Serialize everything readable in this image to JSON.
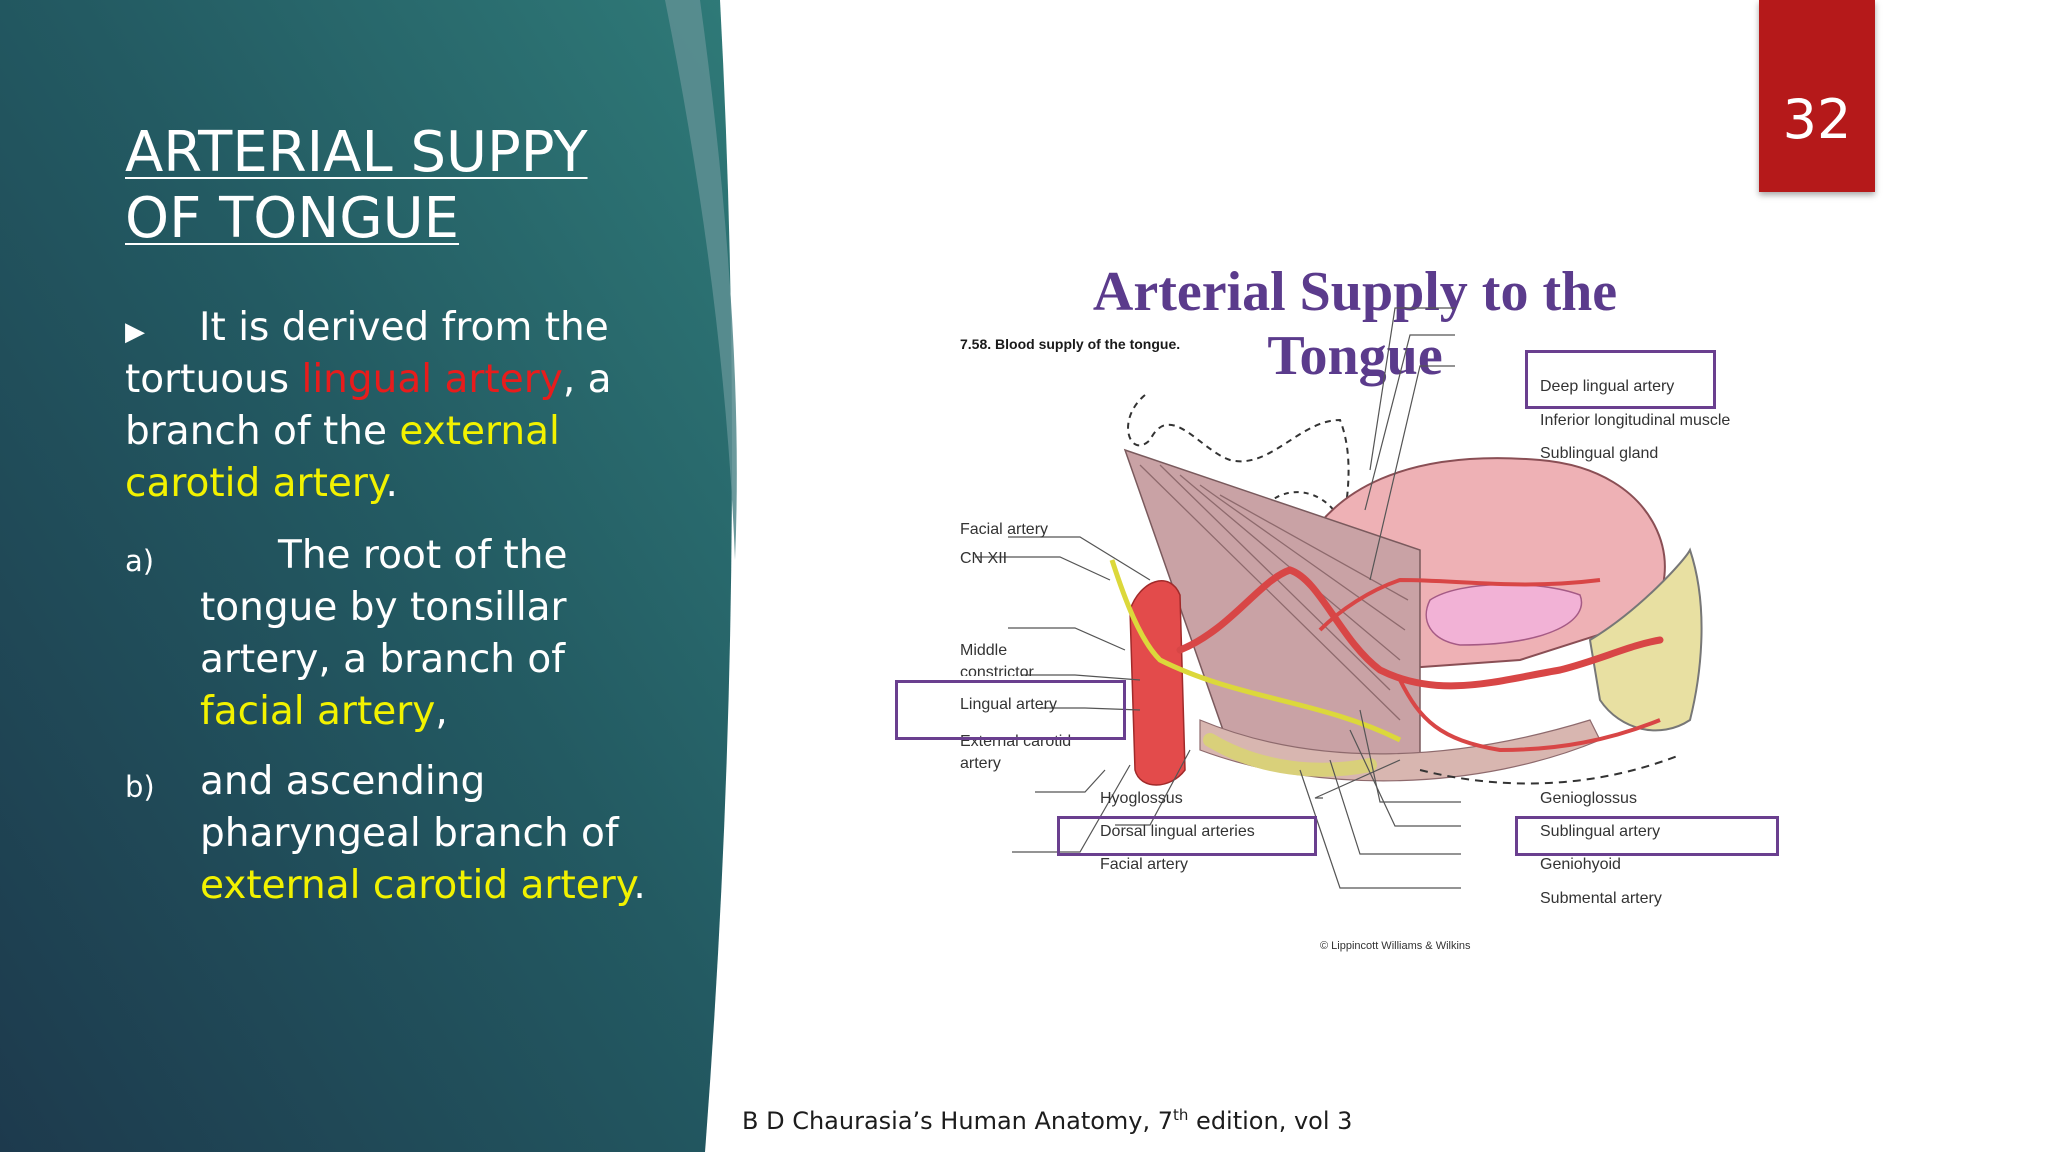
{
  "slide": {
    "title_line1": "ARTERIAL SUPPY",
    "title_line2": "OF TONGUE",
    "page_number": "32",
    "colors": {
      "panel": "#1e4a55",
      "accent_yellow": "#f2f200",
      "accent_red": "#e81c1c",
      "badge": "#b5191a"
    }
  },
  "bullet": {
    "marker": "▶",
    "t1": "It is derived from the",
    "t2": "tortuous ",
    "red": "lingual artery",
    "t3": ", a",
    "t4": "branch of the ",
    "y1": "external",
    "y2": "carotid artery",
    "t5": "."
  },
  "sub_a": {
    "marker": "a)",
    "t1": "The root of the",
    "t2": "tongue by tonsillar",
    "t3": "artery, a branch of",
    "y": "facial artery",
    "t4": ","
  },
  "sub_b": {
    "marker": "b)",
    "t1": "and ascending",
    "t2": "pharyngeal branch of",
    "y": "external carotid artery",
    "t3": "."
  },
  "citation": {
    "pre": "B D Chaurasia’s Human Anatomy, 7",
    "sup": "th",
    "post": " edition, vol 3"
  },
  "figure": {
    "title": "Arterial Supply to the Tongue",
    "caption": "7.58. Blood supply of the tongue.",
    "credit": "© Lippincott Williams & Wilkins",
    "labels": {
      "deep_lingual": "Deep lingual artery",
      "inferior_longitudinal": "Inferior longitudinal muscle",
      "sublingual_gland": "Sublingual gland",
      "facial_artery_top": "Facial artery",
      "cn_xii": "CN XII",
      "middle": "Middle",
      "constrictor": "constrictor",
      "lingual_artery": "Lingual artery",
      "external_carotid": "External carotid",
      "artery": "artery",
      "hyoglossus": "Hyoglossus",
      "dorsal_lingual": "Dorsal lingual arteries",
      "facial_artery_bottom": "Facial artery",
      "genioglossus": "Genioglossus",
      "sublingual_artery": "Sublingual artery",
      "geniohyoid": "Geniohyoid",
      "submental": "Submental artery"
    }
  }
}
